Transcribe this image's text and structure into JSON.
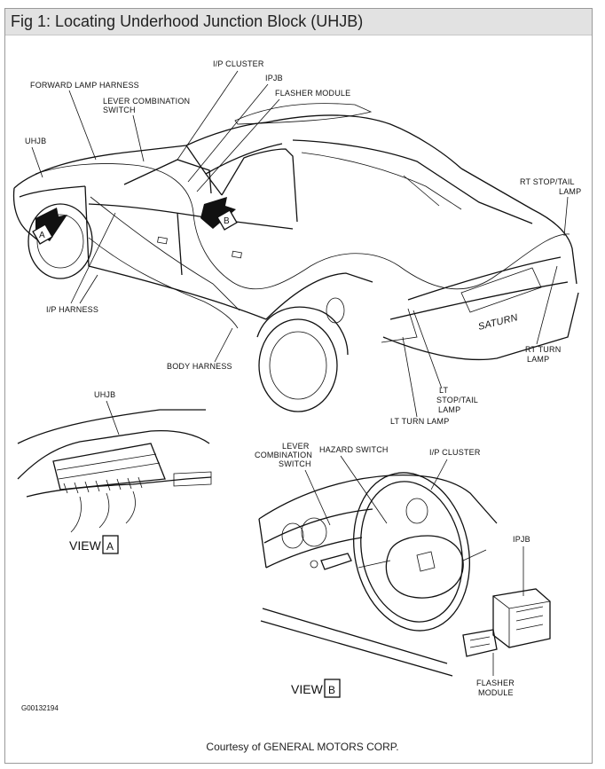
{
  "title": "Fig 1: Locating Underhood Junction Block (UHJB)",
  "courtesy": "Courtesy of GENERAL MOTORS CORP.",
  "code": "G00132194",
  "labels": {
    "forward_lamp_harness": "FORWARD LAMP HARNESS",
    "ip_cluster": "I/P CLUSTER",
    "ipjb": "IPJB",
    "flasher_module": "FLASHER MODULE",
    "lever_combo_1": "LEVER COMBINATION",
    "lever_combo_2": "SWITCH",
    "uhjb": "UHJB",
    "rt_stop_tail_1": "RT STOP/TAIL",
    "rt_stop_tail_2": "LAMP",
    "ip_harness": "I/P HARNESS",
    "body_harness": "BODY HARNESS",
    "rt_turn_1": "RT TURN",
    "rt_turn_2": "LAMP",
    "lt_stop_1": "LT",
    "lt_stop_2": "STOP/TAIL",
    "lt_stop_3": "LAMP",
    "lt_turn": "LT TURN LAMP",
    "uhjb_view": "UHJB",
    "b_lever_1": "LEVER",
    "b_lever_2": "COMBINATION",
    "b_lever_3": "SWITCH",
    "hazard_switch": "HAZARD SWITCH",
    "b_ip_cluster": "I/P CLUSTER",
    "b_ipjb": "IPJB",
    "b_flasher_1": "FLASHER",
    "b_flasher_2": "MODULE",
    "trunk_brand": "SATURN"
  },
  "views": {
    "a_word": "VIEW",
    "a_letter": "A",
    "b_word": "VIEW",
    "b_letter": "B"
  },
  "arrows": {
    "a": "A",
    "b": "B"
  }
}
